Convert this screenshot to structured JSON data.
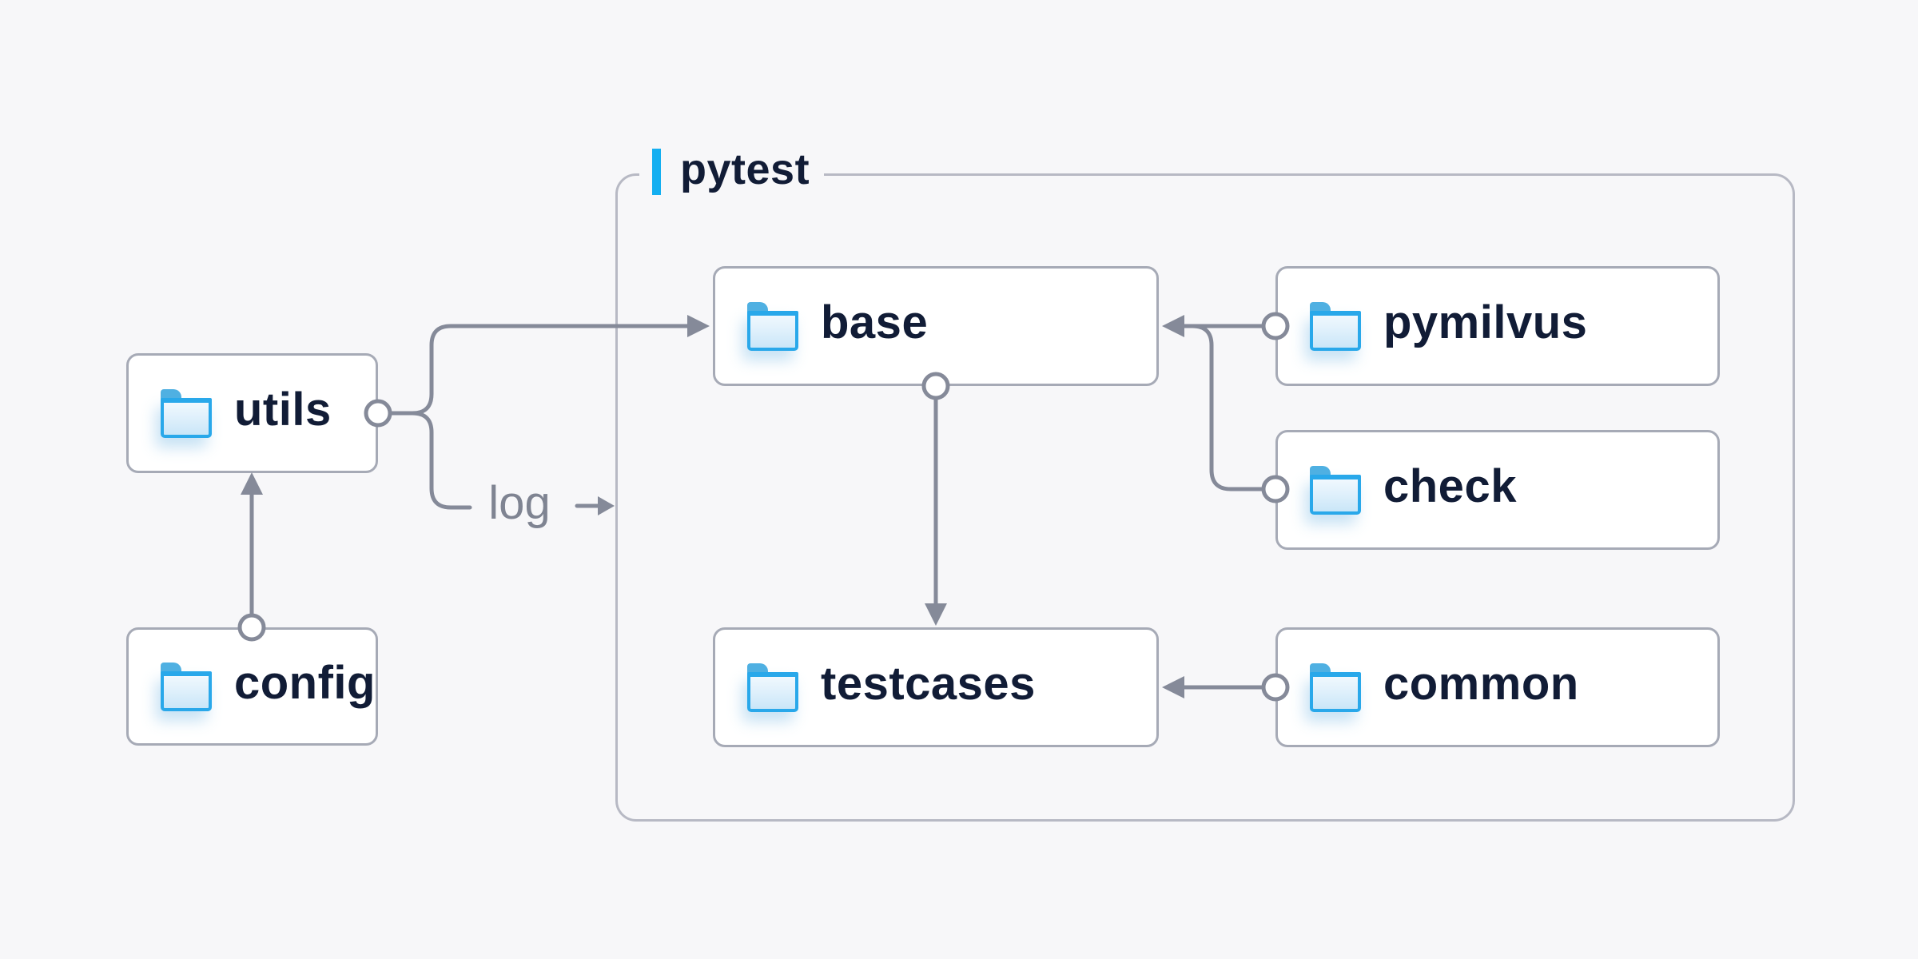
{
  "page": {
    "background": "#f7f7f9"
  },
  "group": {
    "label": "pytest"
  },
  "nodes": [
    {
      "id": "utils",
      "label": "utils",
      "icon": "folder"
    },
    {
      "id": "config",
      "label": "config",
      "icon": "folder"
    },
    {
      "id": "base",
      "label": "base",
      "icon": "folder"
    },
    {
      "id": "pymilvus",
      "label": "pymilvus",
      "icon": "folder"
    },
    {
      "id": "check",
      "label": "check",
      "icon": "folder"
    },
    {
      "id": "testcases",
      "label": "testcases",
      "icon": "folder"
    },
    {
      "id": "common",
      "label": "common",
      "icon": "folder"
    }
  ],
  "edges": [
    {
      "from": "config",
      "to": "utils",
      "label": ""
    },
    {
      "from": "utils",
      "to": "base",
      "label": ""
    },
    {
      "from": "utils",
      "to": "pytest",
      "label": "log"
    },
    {
      "from": "pymilvus",
      "to": "base",
      "label": ""
    },
    {
      "from": "check",
      "to": "base",
      "label": ""
    },
    {
      "from": "base",
      "to": "testcases",
      "label": ""
    },
    {
      "from": "common",
      "to": "testcases",
      "label": ""
    }
  ],
  "colors": {
    "background": "#f7f7f9",
    "node_fill": "#ffffff",
    "node_border": "#a6aab6",
    "node_text": "#111c36",
    "line": "#858a99",
    "group_border": "#b7b9c4",
    "accent": "#14aff1",
    "folder_blue": "#29a8ea",
    "edge_label_text": "#7f8492"
  }
}
